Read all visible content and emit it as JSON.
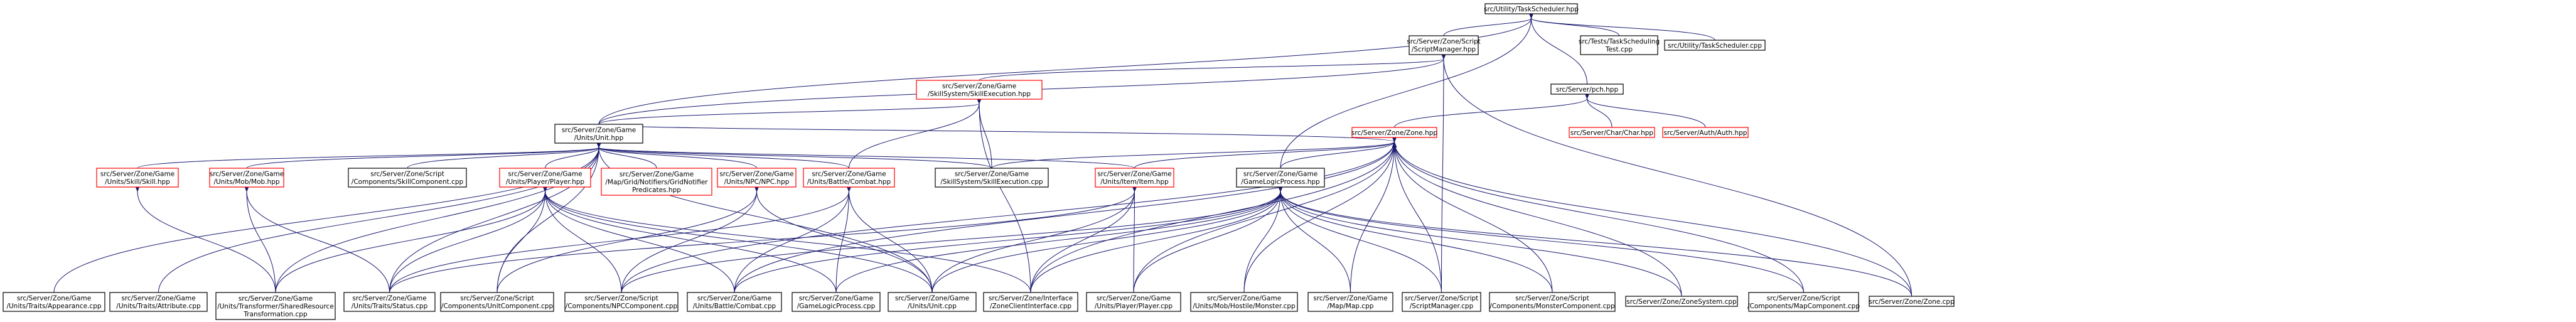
{
  "colors": {
    "edge": "#191970",
    "border_default": "#000000",
    "border_missing": "#ff0000",
    "root_fill": "#bfbfbf"
  },
  "nodes": [
    {
      "id": "root",
      "label": "src/Utility/TaskScheduler.hpp",
      "style": "root"
    },
    {
      "id": "scriptmgr_h",
      "label": "src/Server/Zone/Script\n/ScriptManager.hpp",
      "style": "default"
    },
    {
      "id": "tests_cpp",
      "label": "src/Tests/TaskScheduling\nTest.cpp",
      "style": "default"
    },
    {
      "id": "ts_cpp",
      "label": "src/Utility/TaskScheduler.cpp",
      "style": "default"
    },
    {
      "id": "skillexec_h",
      "label": "src/Server/Zone/Game\n/SkillSystem/SkillExecution.hpp",
      "style": "missing"
    },
    {
      "id": "pch_h",
      "label": "src/Server/pch.hpp",
      "style": "default"
    },
    {
      "id": "unit_h",
      "label": "src/Server/Zone/Game\n/Units/Unit.hpp",
      "style": "default"
    },
    {
      "id": "zone_h",
      "label": "src/Server/Zone/Zone.hpp",
      "style": "missing"
    },
    {
      "id": "char_h",
      "label": "src/Server/Char/Char.hpp",
      "style": "missing"
    },
    {
      "id": "auth_h",
      "label": "src/Server/Auth/Auth.hpp",
      "style": "missing"
    },
    {
      "id": "skill_h",
      "label": "src/Server/Zone/Game\n/Units/Skill/Skill.hpp",
      "style": "missing"
    },
    {
      "id": "mob_h",
      "label": "src/Server/Zone/Game\n/Units/Mob/Mob.hpp",
      "style": "missing"
    },
    {
      "id": "skillcomp_cpp",
      "label": "src/Server/Zone/Script\n/Components/SkillComponent.cpp",
      "style": "default"
    },
    {
      "id": "player_h",
      "label": "src/Server/Zone/Game\n/Units/Player/Player.hpp",
      "style": "missing"
    },
    {
      "id": "gridnot_h",
      "label": "src/Server/Zone/Game\n/Map/Grid/Notifiers/GridNotifier\nPredicates.hpp",
      "style": "missing"
    },
    {
      "id": "npc_h",
      "label": "src/Server/Zone/Game\n/Units/NPC/NPC.hpp",
      "style": "missing"
    },
    {
      "id": "combat_h",
      "label": "src/Server/Zone/Game\n/Units/Battle/Combat.hpp",
      "style": "missing"
    },
    {
      "id": "skillexec_cpp",
      "label": "src/Server/Zone/Game\n/SkillSystem/SkillExecution.cpp",
      "style": "default"
    },
    {
      "id": "item_h",
      "label": "src/Server/Zone/Game\n/Units/Item/Item.hpp",
      "style": "missing"
    },
    {
      "id": "glp_h",
      "label": "src/Server/Zone/Game\n/GameLogicProcess.hpp",
      "style": "default"
    },
    {
      "id": "appearance_cpp",
      "label": "src/Server/Zone/Game\n/Units/Traits/Appearance.cpp",
      "style": "default"
    },
    {
      "id": "attribute_cpp",
      "label": "src/Server/Zone/Game\n/Units/Traits/Attribute.cpp",
      "style": "default"
    },
    {
      "id": "shared_cpp",
      "label": "src/Server/Zone/Game\n/Units/Transformer/SharedResource\nTransformation.cpp",
      "style": "default"
    },
    {
      "id": "status_cpp",
      "label": "src/Server/Zone/Game\n/Units/Traits/Status.cpp",
      "style": "default"
    },
    {
      "id": "unitcomp_cpp",
      "label": "src/Server/Zone/Script\n/Components/UnitComponent.cpp",
      "style": "default"
    },
    {
      "id": "npccomp_cpp",
      "label": "src/Server/Zone/Script\n/Components/NPCComponent.cpp",
      "style": "default"
    },
    {
      "id": "combat_cpp",
      "label": "src/Server/Zone/Game\n/Units/Battle/Combat.cpp",
      "style": "default"
    },
    {
      "id": "glp_cpp",
      "label": "src/Server/Zone/Game\n/GameLogicProcess.cpp",
      "style": "default"
    },
    {
      "id": "unit_cpp",
      "label": "src/Server/Zone/Game\n/Units/Unit.cpp",
      "style": "default"
    },
    {
      "id": "zci_cpp",
      "label": "src/Server/Zone/Interface\n/ZoneClientInterface.cpp",
      "style": "default"
    },
    {
      "id": "player_cpp",
      "label": "src/Server/Zone/Game\n/Units/Player/Player.cpp",
      "style": "default"
    },
    {
      "id": "monster_cpp",
      "label": "src/Server/Zone/Game\n/Units/Mob/Hostile/Monster.cpp",
      "style": "default"
    },
    {
      "id": "map_cpp",
      "label": "src/Server/Zone/Game\n/Map/Map.cpp",
      "style": "default"
    },
    {
      "id": "scriptmgr_cpp",
      "label": "src/Server/Zone/Script\n/ScriptManager.cpp",
      "style": "default"
    },
    {
      "id": "moncomp_cpp",
      "label": "src/Server/Zone/Script\n/Components/MonsterComponent.cpp",
      "style": "default"
    },
    {
      "id": "zonesys_cpp",
      "label": "src/Server/Zone/ZoneSystem.cpp",
      "style": "default"
    },
    {
      "id": "mapcomp_cpp",
      "label": "src/Server/Zone/Script\n/Components/MapComponent.cpp",
      "style": "default"
    },
    {
      "id": "zone_cpp",
      "label": "src/Server/Zone/Zone.cpp",
      "style": "default"
    }
  ],
  "edges": [
    [
      "root",
      "scriptmgr_h"
    ],
    [
      "root",
      "tests_cpp"
    ],
    [
      "root",
      "ts_cpp"
    ],
    [
      "root",
      "pch_h"
    ],
    [
      "root",
      "unit_h"
    ],
    [
      "root",
      "glp_h"
    ],
    [
      "scriptmgr_h",
      "skillexec_h"
    ],
    [
      "scriptmgr_h",
      "unit_h"
    ],
    [
      "scriptmgr_h",
      "scriptmgr_cpp"
    ],
    [
      "scriptmgr_h",
      "zone_cpp"
    ],
    [
      "pch_h",
      "zone_h"
    ],
    [
      "pch_h",
      "char_h"
    ],
    [
      "pch_h",
      "auth_h"
    ],
    [
      "skillexec_h",
      "unit_h"
    ],
    [
      "skillexec_h",
      "combat_h"
    ],
    [
      "skillexec_h",
      "skillexec_cpp"
    ],
    [
      "skillexec_h",
      "zci_cpp"
    ],
    [
      "unit_h",
      "skill_h"
    ],
    [
      "unit_h",
      "mob_h"
    ],
    [
      "unit_h",
      "skillcomp_cpp"
    ],
    [
      "unit_h",
      "player_h"
    ],
    [
      "unit_h",
      "gridnot_h"
    ],
    [
      "unit_h",
      "npc_h"
    ],
    [
      "unit_h",
      "combat_h"
    ],
    [
      "unit_h",
      "skillexec_cpp"
    ],
    [
      "unit_h",
      "item_h"
    ],
    [
      "unit_h",
      "appearance_cpp"
    ],
    [
      "unit_h",
      "attribute_cpp"
    ],
    [
      "unit_h",
      "shared_cpp"
    ],
    [
      "unit_h",
      "status_cpp"
    ],
    [
      "unit_h",
      "unitcomp_cpp"
    ],
    [
      "unit_h",
      "unit_cpp"
    ],
    [
      "zone_h",
      "unit_h"
    ],
    [
      "zone_h",
      "glp_h"
    ],
    [
      "zone_h",
      "skillexec_cpp"
    ],
    [
      "zone_h",
      "item_h"
    ],
    [
      "zone_h",
      "zci_cpp"
    ],
    [
      "zone_h",
      "player_cpp"
    ],
    [
      "zone_h",
      "monster_cpp"
    ],
    [
      "zone_h",
      "map_cpp"
    ],
    [
      "zone_h",
      "scriptmgr_cpp"
    ],
    [
      "zone_h",
      "moncomp_cpp"
    ],
    [
      "zone_h",
      "zonesys_cpp"
    ],
    [
      "zone_h",
      "mapcomp_cpp"
    ],
    [
      "zone_h",
      "zone_cpp"
    ],
    [
      "zone_h",
      "npccomp_cpp"
    ],
    [
      "zone_h",
      "combat_cpp"
    ],
    [
      "skill_h",
      "shared_cpp"
    ],
    [
      "mob_h",
      "shared_cpp"
    ],
    [
      "mob_h",
      "status_cpp"
    ],
    [
      "player_h",
      "shared_cpp"
    ],
    [
      "player_h",
      "status_cpp"
    ],
    [
      "player_h",
      "unitcomp_cpp"
    ],
    [
      "player_h",
      "npccomp_cpp"
    ],
    [
      "player_h",
      "combat_cpp"
    ],
    [
      "player_h",
      "glp_cpp"
    ],
    [
      "player_h",
      "unit_cpp"
    ],
    [
      "player_h",
      "zci_cpp"
    ],
    [
      "npc_h",
      "unitcomp_cpp"
    ],
    [
      "npc_h",
      "npccomp_cpp"
    ],
    [
      "npc_h",
      "unit_cpp"
    ],
    [
      "combat_h",
      "status_cpp"
    ],
    [
      "combat_h",
      "combat_cpp"
    ],
    [
      "combat_h",
      "unit_cpp"
    ],
    [
      "combat_h",
      "glp_cpp"
    ],
    [
      "item_h",
      "status_cpp"
    ],
    [
      "item_h",
      "unit_cpp"
    ],
    [
      "item_h",
      "player_cpp"
    ],
    [
      "item_h",
      "zci_cpp"
    ],
    [
      "glp_h",
      "glp_cpp"
    ],
    [
      "glp_h",
      "unit_cpp"
    ],
    [
      "glp_h",
      "zci_cpp"
    ],
    [
      "glp_h",
      "player_cpp"
    ],
    [
      "glp_h",
      "monster_cpp"
    ],
    [
      "glp_h",
      "map_cpp"
    ],
    [
      "glp_h",
      "scriptmgr_cpp"
    ],
    [
      "glp_h",
      "moncomp_cpp"
    ],
    [
      "glp_h",
      "zonesys_cpp"
    ],
    [
      "glp_h",
      "mapcomp_cpp"
    ],
    [
      "glp_h",
      "zone_cpp"
    ],
    [
      "glp_h",
      "npccomp_cpp"
    ],
    [
      "glp_h",
      "combat_cpp"
    ]
  ]
}
